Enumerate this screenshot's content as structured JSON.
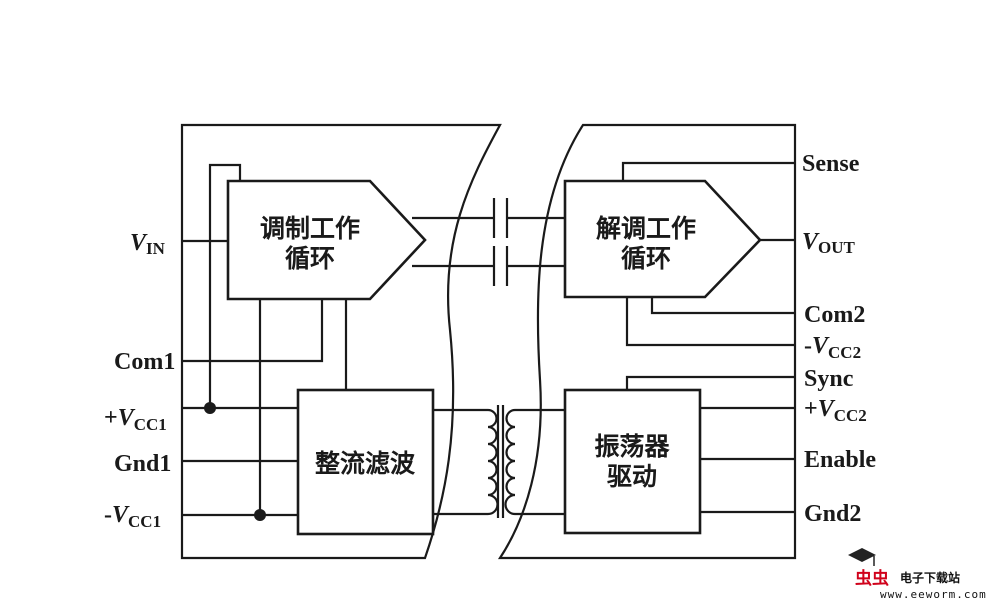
{
  "blocks": {
    "modulator": [
      "调制工作",
      "循环"
    ],
    "rectifier": "整流滤波",
    "demodulator": [
      "解调工作",
      "循环"
    ],
    "oscillator": [
      "振荡器",
      "驱动"
    ]
  },
  "left_pins": {
    "vin": {
      "main": "V",
      "sub": "IN"
    },
    "com1": "Com1",
    "vcc1_pos": {
      "prefix": "+",
      "main": "V",
      "sub": "CC1"
    },
    "gnd1": "Gnd1",
    "vcc1_neg": {
      "prefix": "-",
      "main": "V",
      "sub": "CC1"
    }
  },
  "right_pins": {
    "sense": "Sense",
    "vout": {
      "main": "V",
      "sub": "OUT"
    },
    "com2": "Com2",
    "vcc2_neg": {
      "prefix": "-",
      "main": "V",
      "sub": "CC2"
    },
    "sync": "Sync",
    "vcc2_pos": {
      "prefix": "+",
      "main": "V",
      "sub": "CC2"
    },
    "enable": "Enable",
    "gnd2": "Gnd2"
  },
  "watermark": {
    "logo": "虫虫",
    "title": "电子下载站",
    "url": "www.eeworm.com"
  }
}
